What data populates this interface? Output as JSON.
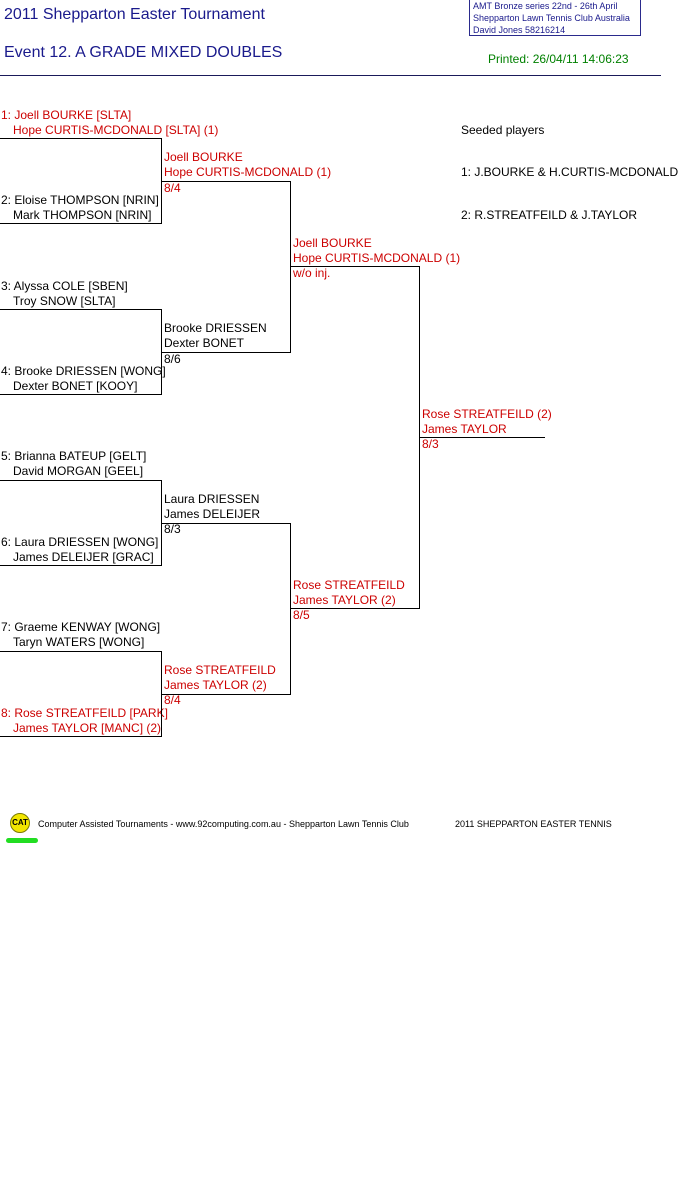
{
  "header": {
    "title": "2011 Shepparton Easter Tournament",
    "event": "Event 12. A GRADE MIXED DOUBLES",
    "printed": "Printed: 26/04/11 14:06:23",
    "info_lines": [
      "AMT Bronze series    22nd - 26th April",
      "Shepparton Lawn Tennis Club    Australia",
      "David Jones    58216214"
    ]
  },
  "round1": [
    {
      "line1": "1: Joell BOURKE [SLTA]",
      "line2": "Hope CURTIS-MCDONALD [SLTA] (1)"
    },
    {
      "line1": "2: Eloise THOMPSON [NRIN]",
      "line2": "Mark THOMPSON [NRIN]"
    },
    {
      "line1": "3: Alyssa COLE [SBEN]",
      "line2": "Troy SNOW [SLTA]"
    },
    {
      "line1": "4: Brooke DRIESSEN [WONG]",
      "line2": "Dexter BONET [KOOY]"
    },
    {
      "line1": "5: Brianna BATEUP [GELT]",
      "line2": "David MORGAN [GEEL]"
    },
    {
      "line1": "6: Laura DRIESSEN [WONG]",
      "line2": "James DELEIJER [GRAC]"
    },
    {
      "line1": "7: Graeme KENWAY [WONG]",
      "line2": "Taryn WATERS [WONG]"
    },
    {
      "line1": "8: Rose STREATFEILD [PARK]",
      "line2": "James TAYLOR [MANC] (2)"
    }
  ],
  "round2": [
    {
      "line1": "Joell BOURKE",
      "line2": "Hope CURTIS-MCDONALD (1)",
      "score": "8/4"
    },
    {
      "line1": "Brooke DRIESSEN",
      "line2": "Dexter BONET",
      "score": "8/6"
    },
    {
      "line1": "Laura DRIESSEN",
      "line2": "James DELEIJER",
      "score": "8/3"
    },
    {
      "line1": "Rose STREATFEILD",
      "line2": "James TAYLOR (2)",
      "score": "8/4"
    }
  ],
  "round3": [
    {
      "line1": "Joell BOURKE",
      "line2": "Hope CURTIS-MCDONALD (1)",
      "score": "w/o inj."
    },
    {
      "line1": "Rose STREATFEILD",
      "line2": "James TAYLOR (2)",
      "score": "8/5"
    }
  ],
  "final": {
    "line1": "Rose STREATFEILD (2)",
    "line2": "James TAYLOR",
    "score": "8/3"
  },
  "seeds": {
    "heading": "Seeded players",
    "items": [
      "1: J.BOURKE & H.CURTIS-MCDONALD",
      "2: R.STREATFEILD & J.TAYLOR"
    ]
  },
  "footer": {
    "logo_text": "CAT",
    "credit": "Computer Assisted Tournaments - www.92computing.com.au -  Shepparton Lawn Tennis Club",
    "event_name": "2011 SHEPPARTON EASTER TENNIS"
  },
  "colors": {
    "title": "#1a1a8c",
    "winner_text": "#cc0000",
    "printed_text": "#008000",
    "logo_fill": "#f2e600"
  }
}
